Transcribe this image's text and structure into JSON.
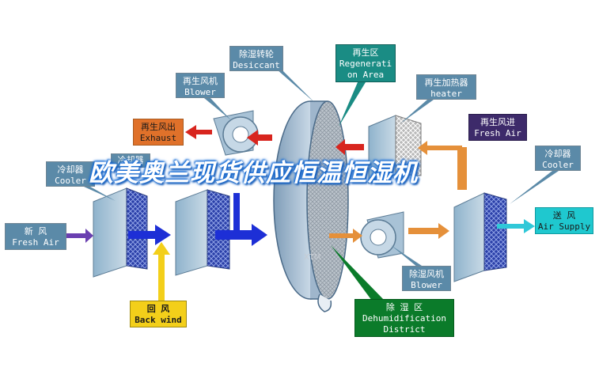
{
  "labels": {
    "desiccant_wheel": {
      "zh": "除湿转轮",
      "en": "Desiccant"
    },
    "regeneration_area": {
      "zh": "再生区",
      "en1": "Regenerati",
      "en2": "on Area"
    },
    "regen_blower": {
      "zh": "再生风机",
      "en": "Blower"
    },
    "regen_heater": {
      "zh": "再生加热器",
      "en": "heater"
    },
    "exhaust": {
      "zh": "再生风出",
      "en": "Exhaust"
    },
    "regen_fresh_air": {
      "zh": "再生风进",
      "en": "Fresh Air"
    },
    "cooler_left": {
      "zh": "冷却器",
      "en": "Cooler"
    },
    "cooler_mid": {
      "zh": "冷却器"
    },
    "cooler_right": {
      "zh": "冷却器",
      "en": "Cooler"
    },
    "fresh_air": {
      "zh": "新      风",
      "en": "Fresh Air"
    },
    "air_supply": {
      "zh": "送   风",
      "en": "Air Supply"
    },
    "back_wind": {
      "zh": "回      风",
      "en": "Back wind"
    },
    "dehum_blower": {
      "zh": "除湿风机",
      "en": "Blower"
    },
    "dehum_district": {
      "zh": "除      湿      区",
      "en1": "Dehumidification",
      "en2": "District"
    }
  },
  "overlay_title": "欧美奥兰现货供应恒温恒湿机",
  "watermark": "XTM",
  "colors": {
    "callout_blue": "#5b8aa8",
    "exhaust_orange": "#e0712a",
    "regen_fresh_purple": "#3d2a6a",
    "back_wind_yellow": "#f3cf1a",
    "air_supply_teal": "#1fc8cf",
    "dehum_green": "#0b7b2a",
    "flow_red": "#d8251e",
    "flow_blue": "#1d2fd6",
    "flow_orange": "#e5903a",
    "flow_yellow": "#f3cf1a",
    "flow_purple": "#6a3fb0",
    "flow_cyan": "#30c8d8"
  }
}
